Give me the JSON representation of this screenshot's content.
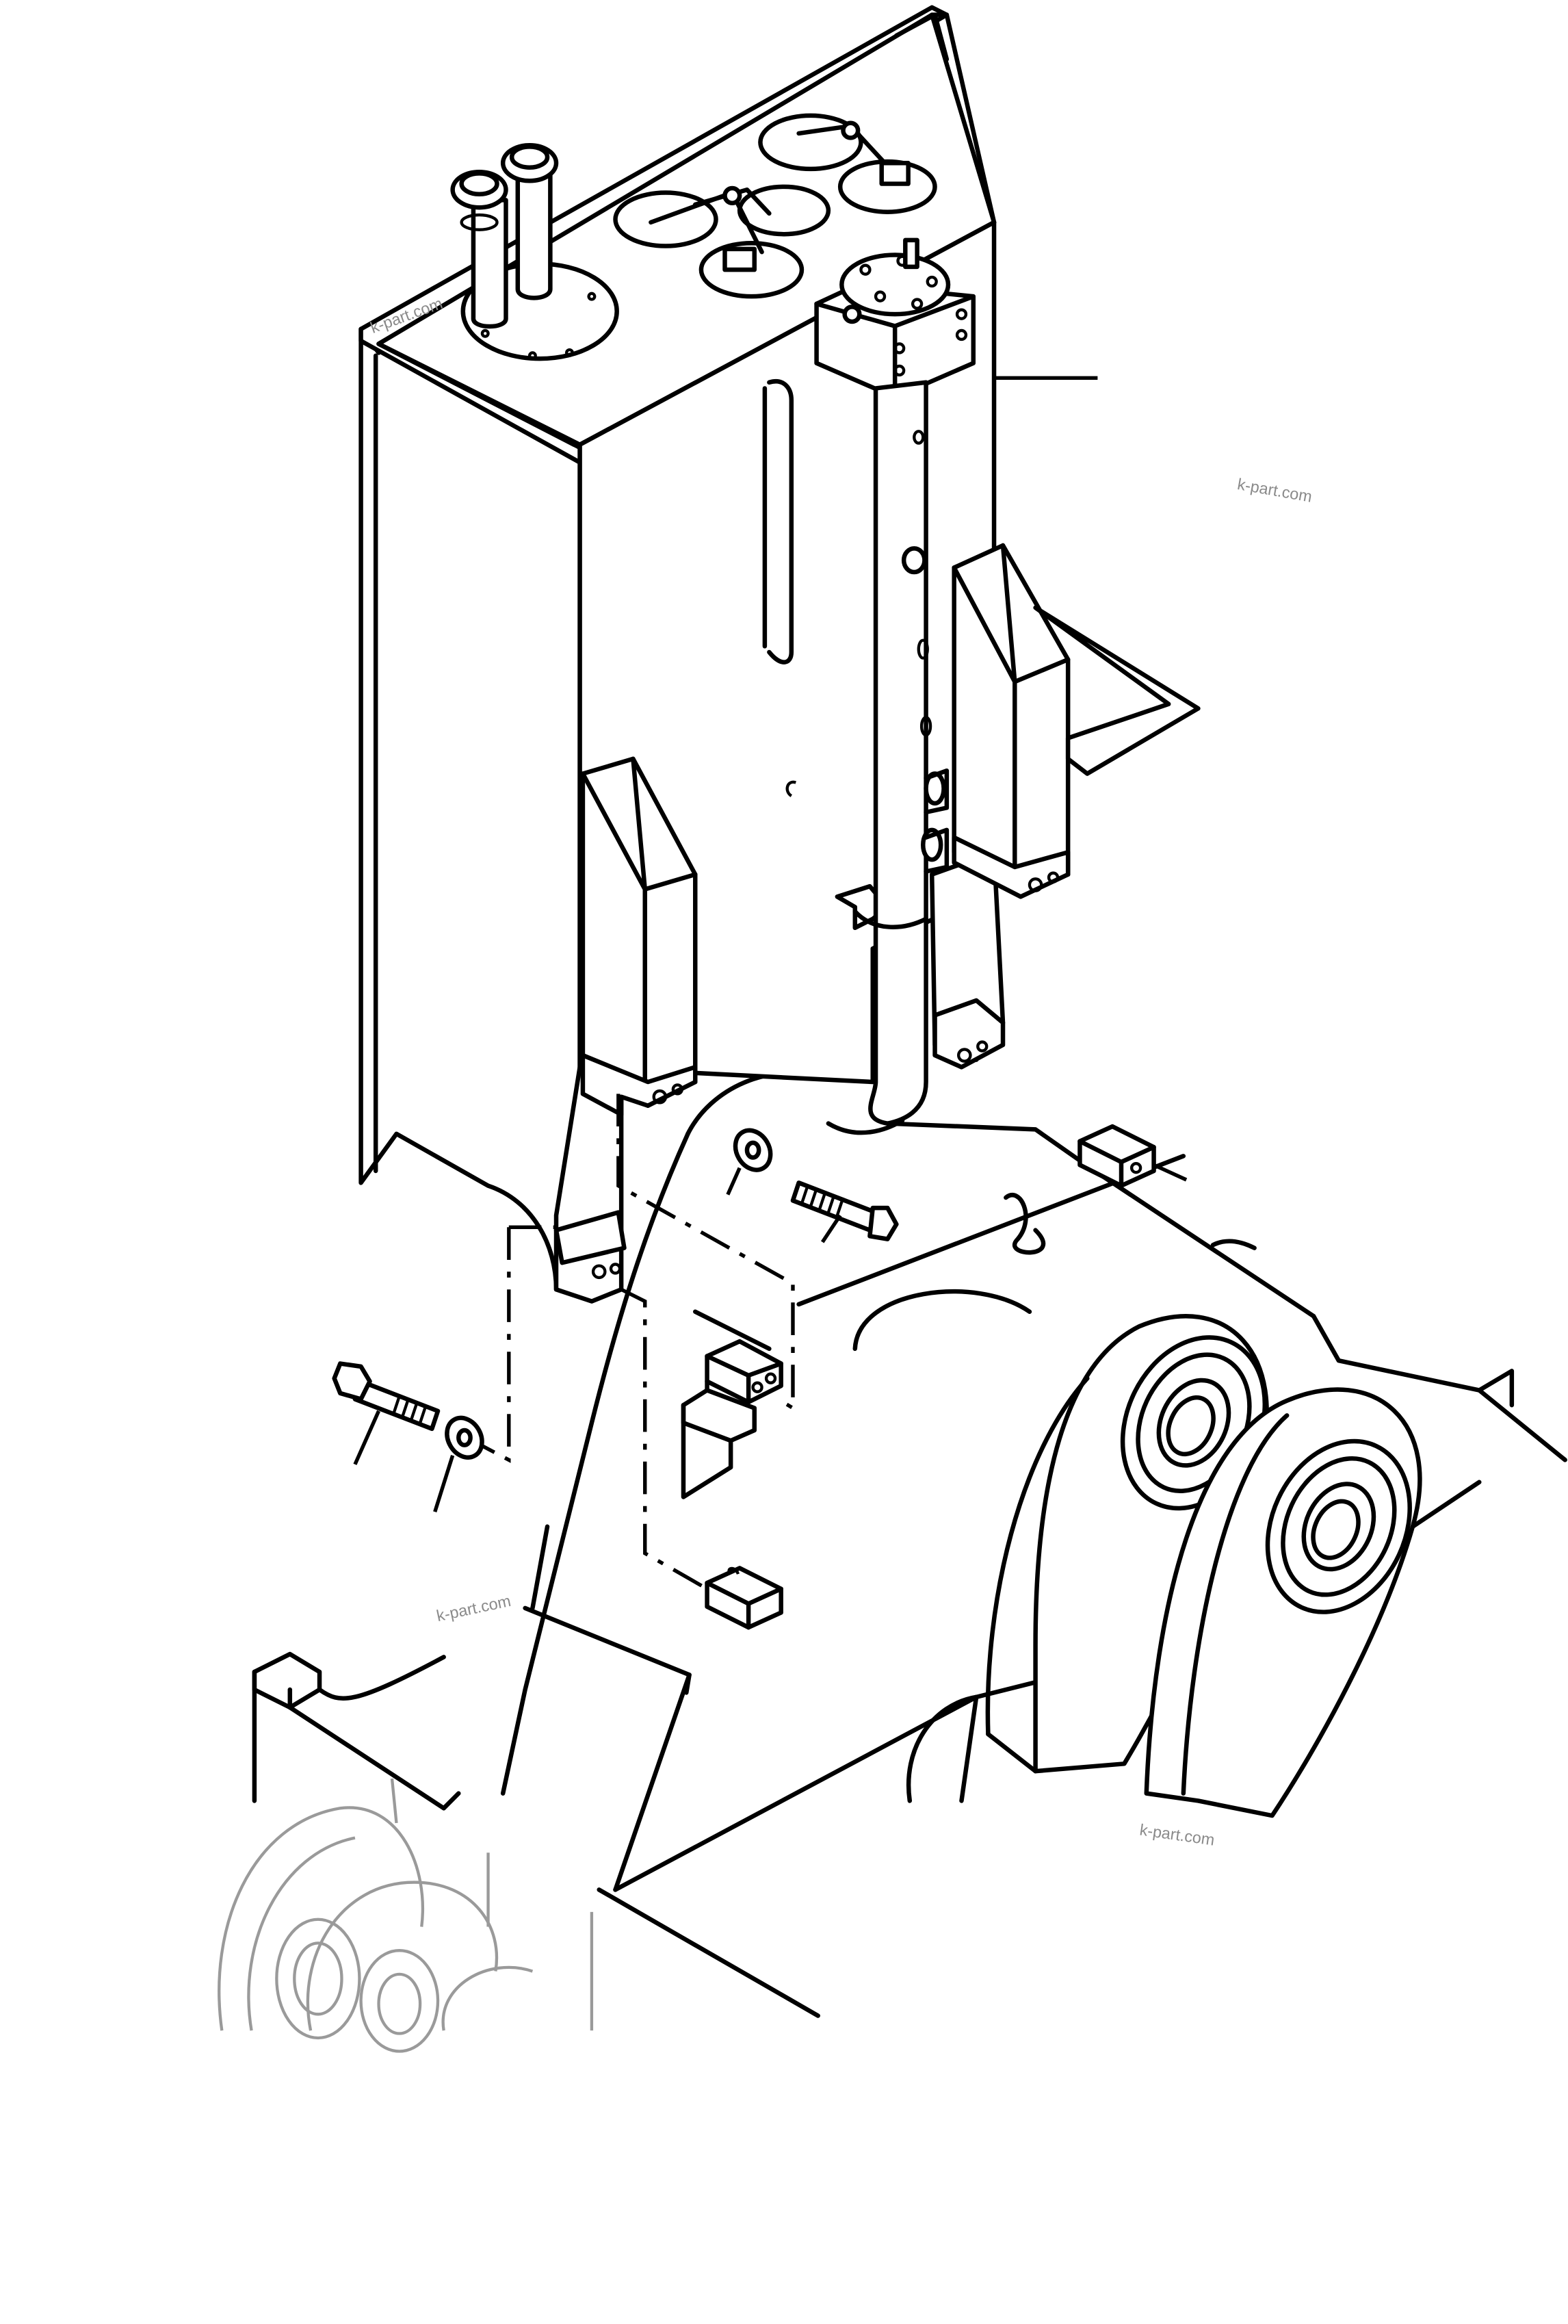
{
  "watermarks": [
    {
      "text": "k-part.com",
      "rotate": -20
    },
    {
      "text": "k-part.com",
      "rotate": 10
    },
    {
      "text": "k-part.com",
      "rotate": -12
    },
    {
      "text": "k-part.com",
      "rotate": 8
    }
  ]
}
